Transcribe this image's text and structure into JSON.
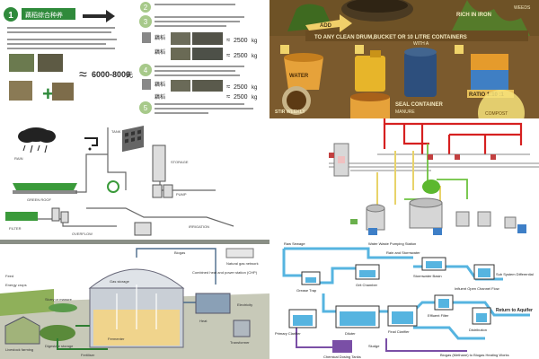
{
  "panel1": {
    "step1_num": "1",
    "step1_title": "藕稻综合种养",
    "step2_num": "2",
    "step3_num": "3",
    "step4_num": "4",
    "step5_num": "5",
    "yield_text": "6000-8000",
    "yield_suffix": "元",
    "row1_label": "藕稻",
    "row2_label": "藕稻",
    "row3_label": "藕稻",
    "row4_label": "藕稻",
    "val1": "2500",
    "val2": "2500",
    "val3": "2500",
    "val4": "2500",
    "unit": "kg"
  },
  "panel2": {
    "caption_top": "RICH IN IRON",
    "caption_mid": "TO ANY CLEAN DRUM,BUCKET OR 10 LITRE CONTAINERS",
    "label_add": "ADD",
    "label_water": "WATER",
    "label_manure": "MANURE",
    "label_ratio": "RATIO 1:10 :1",
    "label_seal": "SEAL CONTAINER",
    "label_stir": "STIR WEEKLY",
    "label_with": "WITH A",
    "label_weeds": "WEEDS",
    "label_compost": "COMPOST"
  },
  "panel3": {
    "lbl_rain": "RAIN",
    "lbl_tank": "TANK",
    "lbl_filter": "FILTER",
    "lbl_overflow": "OVERFLOW",
    "lbl_green": "GREEN ROOF",
    "lbl_pump": "PUMP",
    "lbl_storage": "STORAGE",
    "lbl_irrigation": "IRRIGATION"
  },
  "panel5": {
    "lbl_biogas": "Biogas",
    "lbl_gas_storage": "Gas storage",
    "lbl_fermenter": "Fermenter",
    "lbl_chp": "Combined heat and power station (CHP)",
    "lbl_gas_grid": "Natural gas network",
    "lbl_feed": "Feed",
    "lbl_energy_crops": "Energy crops",
    "lbl_slurry": "Slurry or manure",
    "lbl_livestock": "Livestock farming",
    "lbl_digestate": "Digestate storage",
    "lbl_fertiliser": "Fertiliser",
    "lbl_electricity": "Electricity",
    "lbl_heat": "Heat",
    "lbl_transformer": "Transformer"
  },
  "panel6": {
    "lbl_raw_sewage": "Raw Sewage",
    "lbl_water_pumping": "Water Waste Pumping Station",
    "lbl_rain_stormwater": "Rain and Stormwater",
    "lbl_grease": "Grease Trap",
    "lbl_grit": "Grit Chamber",
    "lbl_primary": "Primary Clarifier",
    "lbl_diluter": "Diluter",
    "lbl_final": "Final Clarifier",
    "lbl_effluent": "Effluent Filter",
    "lbl_distribution": "Distribution",
    "lbl_return": "Return to Aquifer",
    "lbl_biogas_works": "Biogas (Methane) to Biogas Heating Works",
    "lbl_chemical": "Chemical Dosing Tanks",
    "lbl_sludge": "Sludge",
    "lbl_sub_system": "Sub System Differential",
    "lbl_influent": "Influent Open Channel Flow",
    "lbl_stormwater_basin": "Stormwater Basin"
  }
}
